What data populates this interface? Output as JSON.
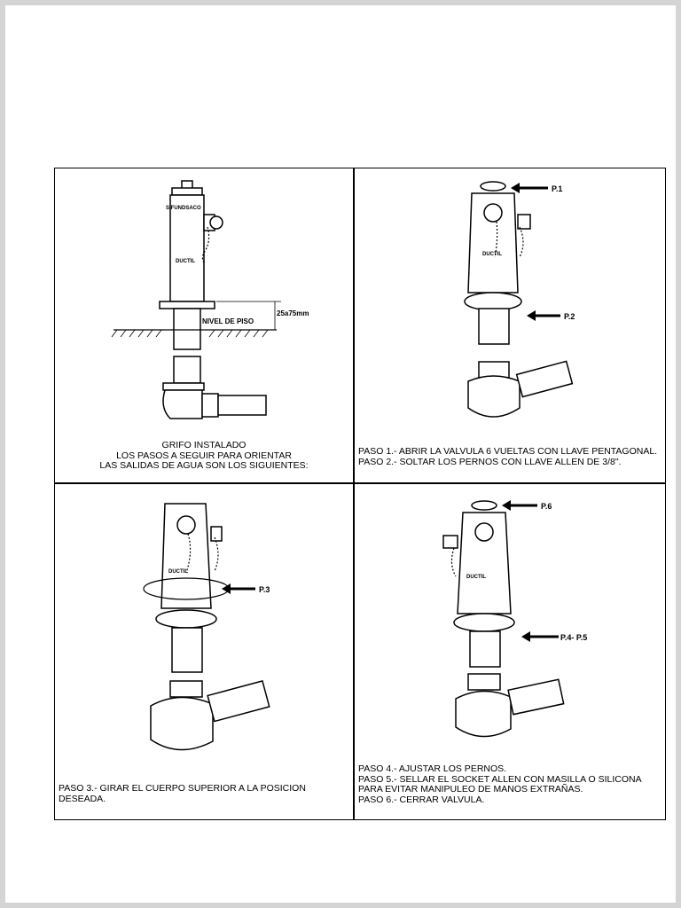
{
  "panel1": {
    "brand": "SIFUNDSACO",
    "body_text": "DUCTIL",
    "dim_label": "25a75mm",
    "floor_label": "NIVEL DE PISO",
    "caption": [
      "GRIFO  INSTALADO",
      "LOS PASOS A SEGUIR PARA ORIENTAR",
      "LAS SALIDAS DE AGUA SON LOS SIGUIENTES:"
    ]
  },
  "panel2": {
    "body_text": "DUCTIL",
    "label_p1": "P.1",
    "label_p2": "P.2",
    "caption": [
      "PASO  1.- ABRIR LA VALVULA 6 VUELTAS CON LLAVE PENTAGONAL.",
      "PASO  2.- SOLTAR LOS PERNOS CON LLAVE ALLEN DE 3/8\"."
    ]
  },
  "panel3": {
    "body_text": "DUCTIL",
    "label_p3": "P.3",
    "caption": [
      "PASO  3.- GIRAR EL CUERPO SUPERIOR A LA POSICION",
      "DESEADA."
    ]
  },
  "panel4": {
    "body_text": "DUCTIL",
    "label_p6": "P.6",
    "label_p45": "P.4- P.5",
    "caption": [
      "PASO  4.- AJUSTAR LOS PERNOS.",
      "PASO  5.- SELLAR EL SOCKET ALLEN CON MASILLA O SILICONA",
      "PARA EVITAR MANIPULEO DE MANOS EXTRAÑAS.",
      "PASO  6.- CERRAR VALVULA."
    ]
  }
}
